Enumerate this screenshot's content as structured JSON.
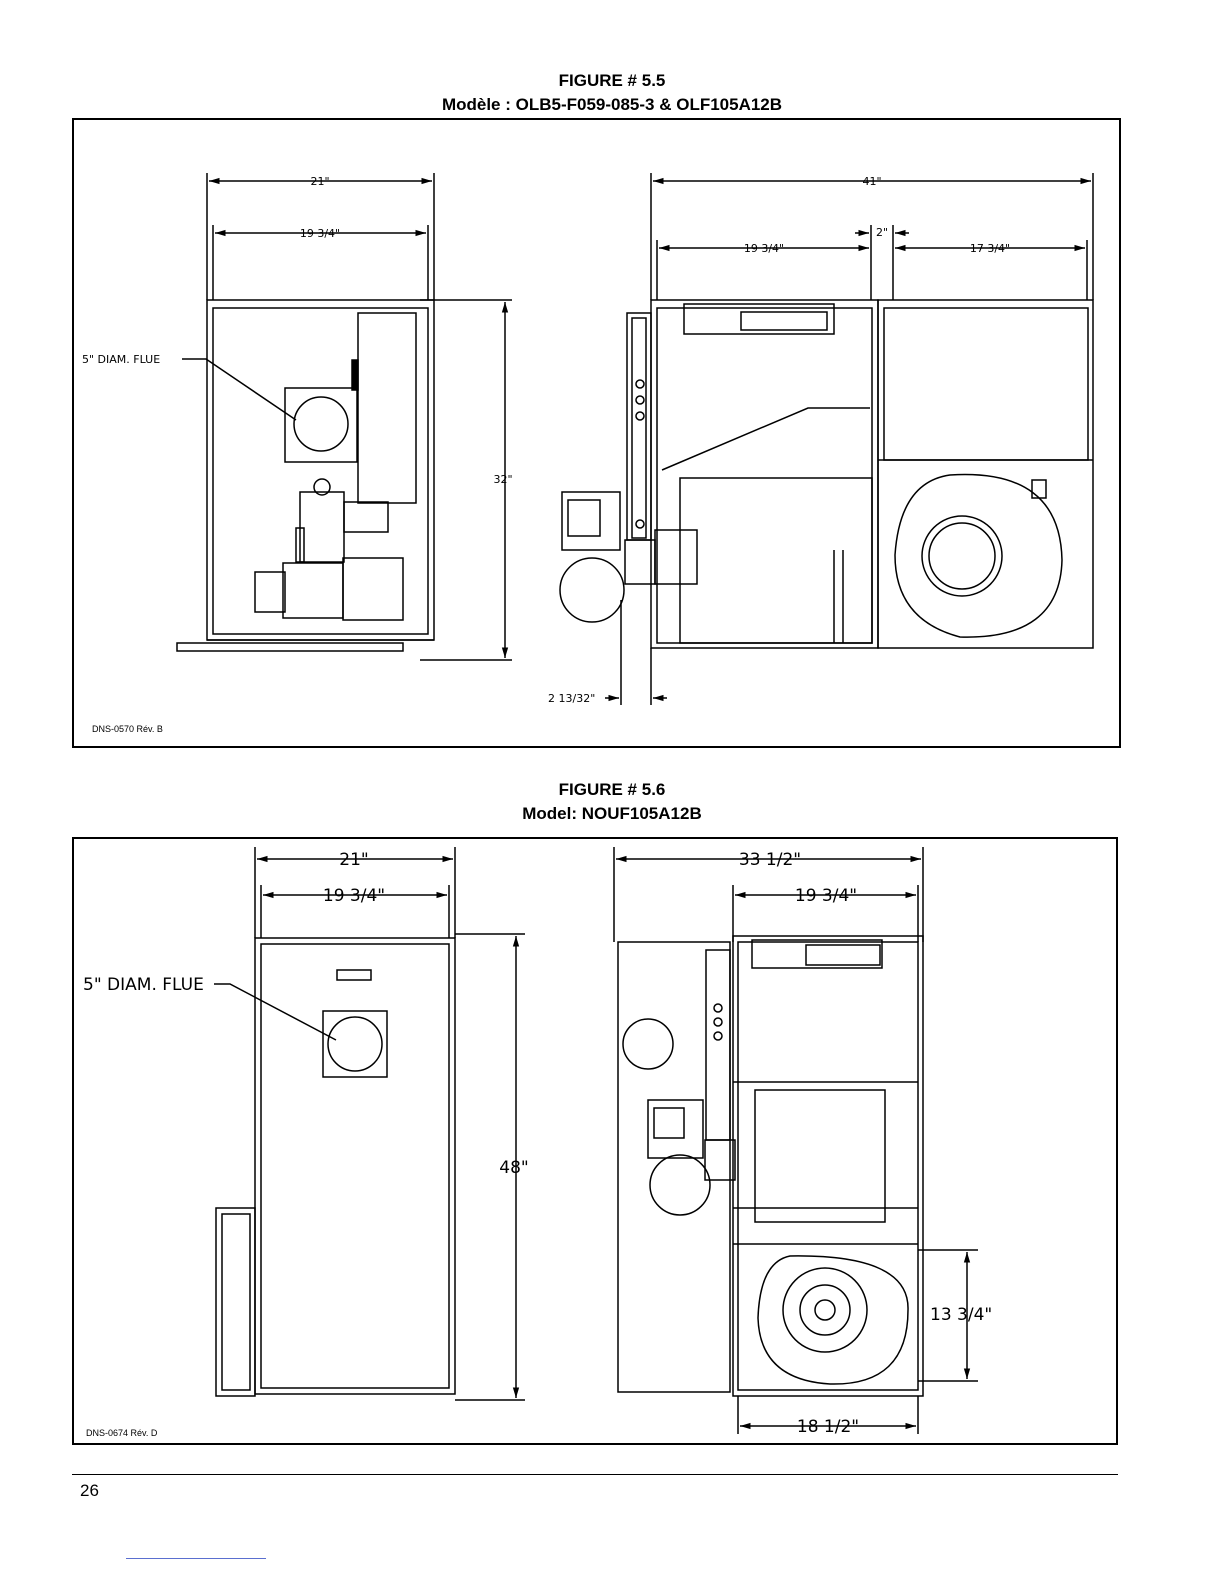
{
  "figure1": {
    "title": "FIGURE # 5.5",
    "subtitle": "Modèle : OLB5-F059-085-3 & OLF105A12B",
    "front": {
      "width_outer": "21\"",
      "width_inner": "19 3/4\"",
      "height": "32\"",
      "flue_label": "5\" DIAM. FLUE"
    },
    "side": {
      "width_total": "41\"",
      "width_left": "19 3/4\"",
      "gap": "2\"",
      "width_right": "17 3/4\"",
      "offset": "2 13/32\""
    },
    "drawing_number": "DNS-0570 Rév. B"
  },
  "figure2": {
    "title": "FIGURE # 5.6",
    "subtitle": "Model: NOUF105A12B",
    "front": {
      "width_outer": "21\"",
      "width_inner": "19 3/4\"",
      "height": "48\"",
      "flue_label": "5\" DIAM. FLUE"
    },
    "side": {
      "width_total": "33 1/2\"",
      "width_inner": "19 3/4\"",
      "blower_height": "13 3/4\"",
      "blower_width": "18 1/2\""
    },
    "drawing_number": "DNS-0674 Rév. D"
  },
  "page_number": "26"
}
